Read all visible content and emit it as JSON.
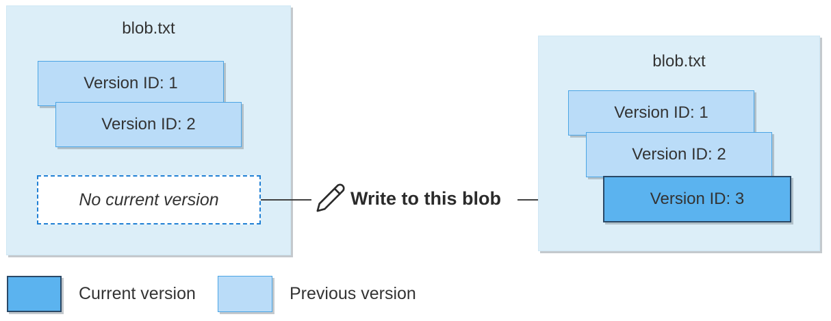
{
  "colors": {
    "container_fill": "#dceef8",
    "container_border": "#cfe7f4",
    "previous_fill": "#badcf8",
    "previous_border": "#4aa4e4",
    "current_fill": "#5bb3ef",
    "current_border": "#2a4866",
    "dashed_border": "#1f7fd4",
    "arrow": "#404040",
    "text_dark": "#333333",
    "shadow": "rgba(125,135,145,0.45)"
  },
  "left_blob": {
    "title": "blob.txt",
    "versions": [
      {
        "label": "Version ID: 1",
        "state": "previous"
      },
      {
        "label": "Version ID: 2",
        "state": "previous"
      }
    ],
    "placeholder": "No current version"
  },
  "action": {
    "icon": "pencil-icon",
    "label": "Write to this blob"
  },
  "right_blob": {
    "title": "blob.txt",
    "versions": [
      {
        "label": "Version ID: 1",
        "state": "previous"
      },
      {
        "label": "Version ID: 2",
        "state": "previous"
      },
      {
        "label": "Version ID: 3",
        "state": "current"
      }
    ]
  },
  "legend": [
    {
      "label": "Current version",
      "state": "current"
    },
    {
      "label": "Previous version",
      "state": "previous"
    }
  ]
}
